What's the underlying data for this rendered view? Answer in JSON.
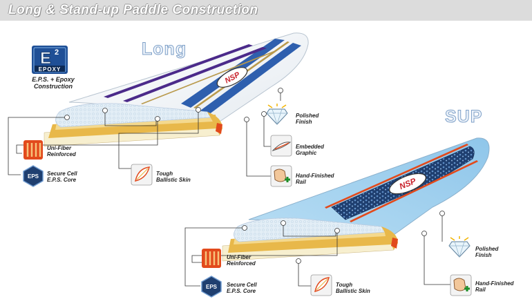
{
  "header": {
    "title": "Long & Stand-up Paddle Construction"
  },
  "boards": {
    "long": {
      "label": "Long",
      "brand": "NSP"
    },
    "sup": {
      "label": "SUP",
      "brand": "NSP"
    }
  },
  "logo": {
    "badge": "E",
    "superscript": "2",
    "badge_text": "EPOXY",
    "caption": "E.P.S. + Epoxy\nConstruction"
  },
  "eps_badge_text": "EPS",
  "long_callouts": {
    "unifiber": "Uni-Fiber\nReinforced",
    "secure_cell": "Secure Cell\nE.P.S. Core",
    "ballistic": "Tough\nBallistic Skin",
    "polished": "Polished\nFinish",
    "embedded": "Embedded\nGraphic",
    "hand_rail": "Hand-Finished\nRail"
  },
  "sup_callouts": {
    "unifiber": "Uni-Fiber\nReinforced",
    "secure_cell": "Secure Cell\nE.P.S. Core",
    "ballistic": "Tough\nBallistic Skin",
    "polished": "Polished\nFinish",
    "hand_rail": "Hand-Finished\nRail"
  },
  "colors": {
    "header_bg": "#dcdcdc",
    "long_stripe_blue": "#2e5fae",
    "long_stripe_purple": "#4b2a8a",
    "long_stripe_gold": "#b99a4c",
    "sup_deck_blue": "#9fd0ee",
    "sup_pad_navy": "#23497e",
    "foam_core": "#dceaf4",
    "fiber_gold": "#e8b84a",
    "fiber_orange": "#e24a1c"
  }
}
